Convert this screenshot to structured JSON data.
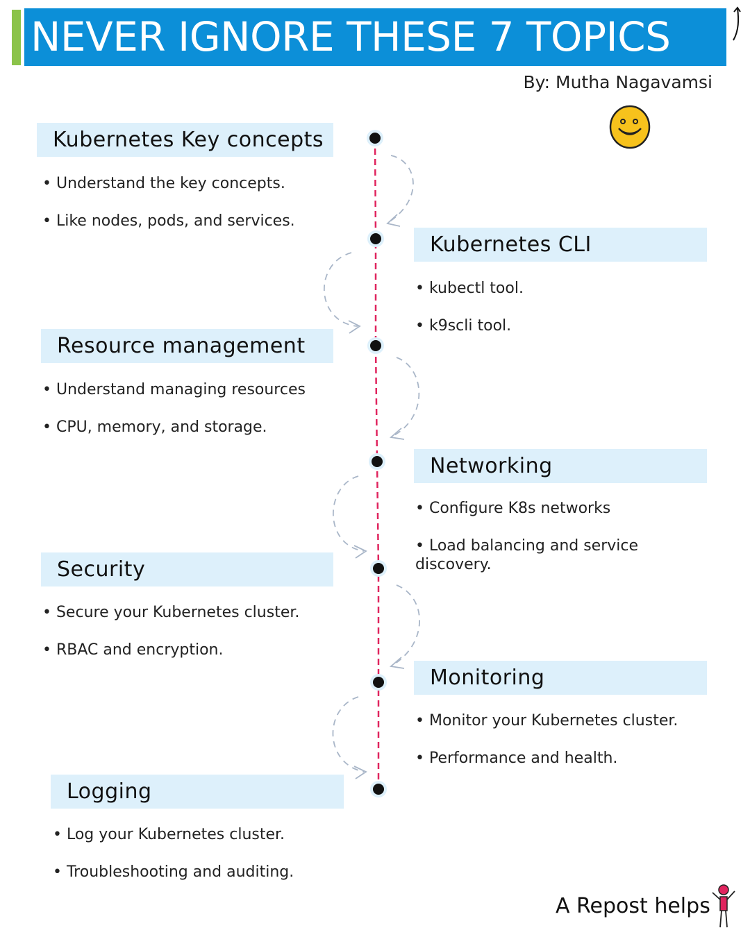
{
  "header": {
    "title": "NEVER IGNORE THESE 7 TOPICS",
    "byline": "By: Mutha Nagavamsi"
  },
  "topics": [
    {
      "heading": "Kubernetes Key concepts",
      "bullets": [
        "• Understand the key concepts.",
        "• Like nodes, pods, and services."
      ]
    },
    {
      "heading": "Kubernetes CLI",
      "bullets": [
        "• kubectl tool.",
        "•  k9scli tool."
      ]
    },
    {
      "heading": "Resource management",
      "bullets": [
        "• Understand managing resources",
        "• CPU, memory, and storage."
      ]
    },
    {
      "heading": "Networking",
      "bullets": [
        "• Configure K8s networks",
        "• Load balancing and service discovery."
      ]
    },
    {
      "heading": "Security",
      "bullets": [
        "• Secure your Kubernetes cluster.",
        "• RBAC and encryption."
      ]
    },
    {
      "heading": "Monitoring",
      "bullets": [
        "• Monitor your Kubernetes cluster.",
        "• Performance and health."
      ]
    },
    {
      "heading": "Logging",
      "bullets": [
        "• Log your Kubernetes cluster.",
        "• Troubleshooting and auditing."
      ]
    }
  ],
  "footer": {
    "cta": "A Repost helps"
  },
  "colors": {
    "banner": "#0c8fd8",
    "accent": "#8bc34a",
    "heading_bg": "#ddf0fb",
    "timeline_line": "#e0245e",
    "dot": "#111111",
    "arrow": "#a9b6c8",
    "smiley": "#f7c21c"
  },
  "icons": {
    "smiley": "smiley-face-icon",
    "corner": "curved-arrow-icon",
    "footer": "stick-figure-icon"
  }
}
